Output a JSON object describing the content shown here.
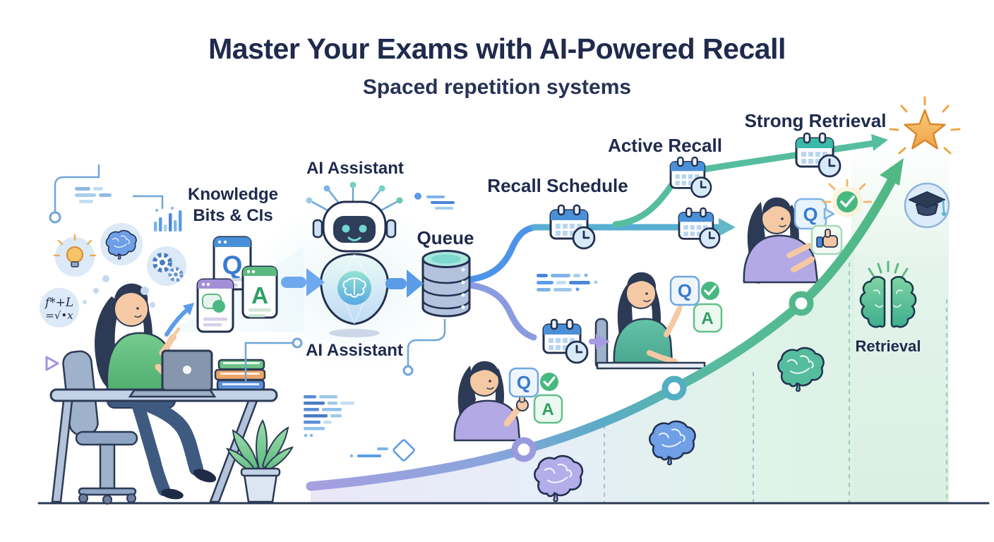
{
  "header": {
    "title": "Master Your Exams with AI-Powered Recall",
    "subtitle": "Spaced repetition systems"
  },
  "labels": {
    "knowledge_line1": "Knowledge",
    "knowledge_line2": "Bits & CIs",
    "ai_assistant_top": "AI Assistant",
    "ai_assistant_bottom": "AI Assistant",
    "queue": "Queue",
    "recall_schedule": "Recall Schedule",
    "active_recall": "Active Recall",
    "strong_retrieval": "Strong Retrieval",
    "retrieval": "Retrieval"
  },
  "badges": {
    "question": "Q",
    "answer": "A"
  },
  "formula": {
    "line1": "f*+L",
    "line2": "=√•x"
  },
  "colors": {
    "title_navy": "#1f2a4d",
    "blue": "#4d94e8",
    "teal": "#4fb3b9",
    "green": "#57b989",
    "purple": "#a29ae0",
    "star_orange": "#f5b45b"
  }
}
